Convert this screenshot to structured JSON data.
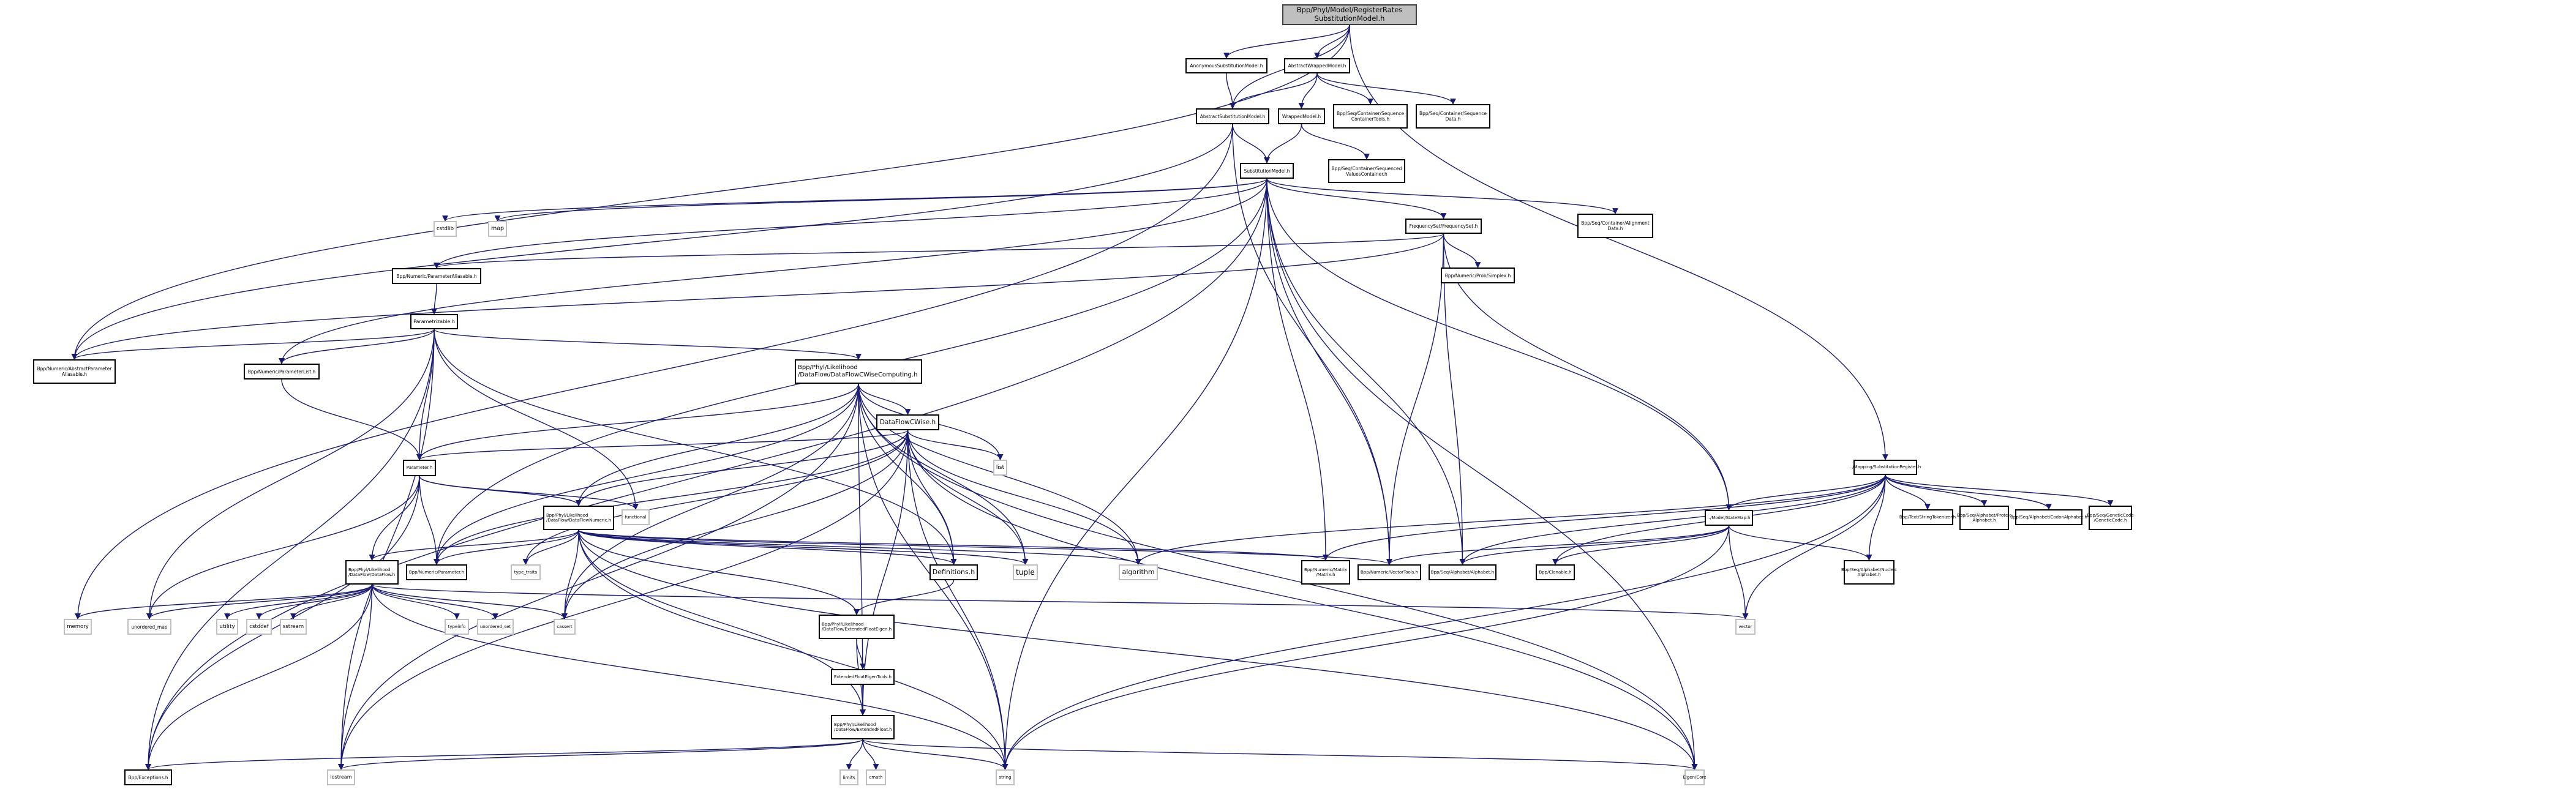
{
  "title": "Include dependency graph for RegisterRatesSubstitutionModel.h",
  "colors": {
    "edge": "#191970",
    "root_fill": "#bfbfbf",
    "ext_border": "#bfbfbf",
    "node_border": "#000000"
  },
  "nodes": [
    {
      "id": "root",
      "label": "Bpp/Phyl/Model/RegisterRates\nSubstitutionModel.h",
      "kind": "root"
    },
    {
      "id": "anon",
      "label": "AnonymousSubstitutionModel.h",
      "kind": "file"
    },
    {
      "id": "awm",
      "label": "AbstractWrappedModel.h",
      "kind": "file"
    },
    {
      "id": "asm",
      "label": "AbstractSubstitutionModel.h",
      "kind": "file"
    },
    {
      "id": "wm",
      "label": "WrappedModel.h",
      "kind": "file"
    },
    {
      "id": "sct",
      "label": "Bpp/Seq/Container/Sequence\nContainerTools.h",
      "kind": "file"
    },
    {
      "id": "sd",
      "label": "Bpp/Seq/Container/Sequence\nData.h",
      "kind": "file"
    },
    {
      "id": "svc",
      "label": "Bpp/Seq/Container/Sequenced\nValuesContainer.h",
      "kind": "file"
    },
    {
      "id": "sm",
      "label": "SubstitutionModel.h",
      "kind": "file"
    },
    {
      "id": "cstdlib",
      "label": "cstdlib",
      "kind": "ext"
    },
    {
      "id": "map",
      "label": "map",
      "kind": "ext"
    },
    {
      "id": "fs",
      "label": "FrequencySet/FrequencySet.h",
      "kind": "file"
    },
    {
      "id": "ad",
      "label": "Bpp/Seq/Container/Alignment\nData.h",
      "kind": "file"
    },
    {
      "id": "pa",
      "label": "Bpp/Numeric/ParameterAliasable.h",
      "kind": "file"
    },
    {
      "id": "simplex",
      "label": "Bpp/Numeric/Prob/Simplex.h",
      "kind": "file"
    },
    {
      "id": "ptz",
      "label": "Parametrizable.h",
      "kind": "file"
    },
    {
      "id": "apa",
      "label": "Bpp/Numeric/AbstractParameter\nAliasable.h",
      "kind": "file"
    },
    {
      "id": "pl",
      "label": "Bpp/Numeric/ParameterList.h",
      "kind": "file"
    },
    {
      "id": "dfcwc",
      "label": "Bpp/Phyl/Likelihood\n/DataFlow/DataFlowCWiseComputing.h",
      "kind": "file",
      "align": "left"
    },
    {
      "id": "dfcw",
      "label": "DataFlowCWise.h",
      "kind": "file"
    },
    {
      "id": "list",
      "label": "list",
      "kind": "ext"
    },
    {
      "id": "subreg",
      "label": "../Mapping/SubstitutionRegister.h",
      "kind": "file"
    },
    {
      "id": "param",
      "label": "Parameter.h",
      "kind": "file"
    },
    {
      "id": "functional",
      "label": "functional",
      "kind": "ext"
    },
    {
      "id": "dfn",
      "label": "Bpp/Phyl/Likelihood\n/DataFlow/DataFlowNumeric.h",
      "kind": "file",
      "align": "left"
    },
    {
      "id": "statemap",
      "label": "../Model/StateMap.h",
      "kind": "file"
    },
    {
      "id": "strtok",
      "label": "Bpp/Text/StringTokenizer.h",
      "kind": "file"
    },
    {
      "id": "protalpha",
      "label": "Bpp/Seq/Alphabet/Proteic\nAlphabet.h",
      "kind": "file"
    },
    {
      "id": "codalpha",
      "label": "Bpp/Seq/Alphabet/CodonAlphabet.h",
      "kind": "file"
    },
    {
      "id": "gencode",
      "label": "Bpp/Seq/GeneticCode\n/GeneticCode.h",
      "kind": "file"
    },
    {
      "id": "df",
      "label": "Bpp/Phyl/Likelihood\n/DataFlow/DataFlow.h",
      "kind": "file",
      "align": "left"
    },
    {
      "id": "numparam",
      "label": "Bpp/Numeric/Parameter.h",
      "kind": "file"
    },
    {
      "id": "typetraits",
      "label": "type_traits",
      "kind": "ext"
    },
    {
      "id": "defs",
      "label": "Definitions.h",
      "kind": "file"
    },
    {
      "id": "tuple",
      "label": "tuple",
      "kind": "ext"
    },
    {
      "id": "algorithm",
      "label": "algorithm",
      "kind": "ext"
    },
    {
      "id": "matrix",
      "label": "Bpp/Numeric/Matrix\n/Matrix.h",
      "kind": "file"
    },
    {
      "id": "vt",
      "label": "Bpp/Numeric/VectorTools.h",
      "kind": "file"
    },
    {
      "id": "alpha",
      "label": "Bpp/Seq/Alphabet/Alphabet.h",
      "kind": "file"
    },
    {
      "id": "clonable",
      "label": "Bpp/Clonable.h",
      "kind": "file"
    },
    {
      "id": "nucalpha",
      "label": "Bpp/Seq/Alphabet/Nucleic\nAlphabet.h",
      "kind": "file"
    },
    {
      "id": "memory",
      "label": "memory",
      "kind": "ext"
    },
    {
      "id": "umap",
      "label": "unordered_map",
      "kind": "ext"
    },
    {
      "id": "utility",
      "label": "utility",
      "kind": "ext"
    },
    {
      "id": "cstddef",
      "label": "cstddef",
      "kind": "ext"
    },
    {
      "id": "sstream",
      "label": "sstream",
      "kind": "ext"
    },
    {
      "id": "typeinfo",
      "label": "typeinfo",
      "kind": "ext"
    },
    {
      "id": "uset",
      "label": "unordered_set",
      "kind": "ext"
    },
    {
      "id": "cassert",
      "label": "cassert",
      "kind": "ext"
    },
    {
      "id": "vector",
      "label": "vector",
      "kind": "ext"
    },
    {
      "id": "efe",
      "label": "Bpp/Phyl/Likelihood\n/DataFlow/ExtendedFloatEigen.h",
      "kind": "file",
      "align": "left"
    },
    {
      "id": "efet",
      "label": "ExtendedFloatEigenTools.h",
      "kind": "file"
    },
    {
      "id": "ef",
      "label": "Bpp/Phyl/Likelihood\n/DataFlow/ExtendedFloat.h",
      "kind": "file",
      "align": "left"
    },
    {
      "id": "exceptions",
      "label": "Bpp/Exceptions.h",
      "kind": "file"
    },
    {
      "id": "iostream",
      "label": "iostream",
      "kind": "ext"
    },
    {
      "id": "limits",
      "label": "limits",
      "kind": "ext"
    },
    {
      "id": "cmath",
      "label": "cmath",
      "kind": "ext"
    },
    {
      "id": "string",
      "label": "string",
      "kind": "ext"
    },
    {
      "id": "eigencore",
      "label": "Eigen/Core",
      "kind": "ext"
    }
  ],
  "edges": [
    [
      "root",
      "anon"
    ],
    [
      "root",
      "awm"
    ],
    [
      "root",
      "asm"
    ],
    [
      "root",
      "apa"
    ],
    [
      "root",
      "subreg"
    ],
    [
      "anon",
      "asm"
    ],
    [
      "awm",
      "asm"
    ],
    [
      "awm",
      "wm"
    ],
    [
      "awm",
      "sct"
    ],
    [
      "awm",
      "sd"
    ],
    [
      "asm",
      "sm"
    ],
    [
      "asm",
      "memory"
    ],
    [
      "asm",
      "apa"
    ],
    [
      "asm",
      "vt"
    ],
    [
      "wm",
      "sm"
    ],
    [
      "wm",
      "svc"
    ],
    [
      "sm",
      "cstdlib"
    ],
    [
      "sm",
      "map"
    ],
    [
      "sm",
      "fs"
    ],
    [
      "sm",
      "ad"
    ],
    [
      "sm",
      "pa"
    ],
    [
      "sm",
      "pl"
    ],
    [
      "sm",
      "exceptions"
    ],
    [
      "sm",
      "numparam"
    ],
    [
      "sm",
      "matrix"
    ],
    [
      "sm",
      "vt"
    ],
    [
      "sm",
      "alpha"
    ],
    [
      "sm",
      "statemap"
    ],
    [
      "sm",
      "string"
    ],
    [
      "sm",
      "eigencore"
    ],
    [
      "fs",
      "pa"
    ],
    [
      "fs",
      "simplex"
    ],
    [
      "fs",
      "apa"
    ],
    [
      "fs",
      "vt"
    ],
    [
      "fs",
      "alpha"
    ],
    [
      "fs",
      "statemap"
    ],
    [
      "pa",
      "ptz"
    ],
    [
      "ptz",
      "apa"
    ],
    [
      "ptz",
      "pl"
    ],
    [
      "ptz",
      "param"
    ],
    [
      "ptz",
      "dfcwc"
    ],
    [
      "ptz",
      "exceptions"
    ],
    [
      "ptz",
      "iostream"
    ],
    [
      "ptz",
      "umap"
    ],
    [
      "ptz",
      "functional"
    ],
    [
      "ptz",
      "defs"
    ],
    [
      "pl",
      "param"
    ],
    [
      "dfcwc",
      "dfcw"
    ],
    [
      "dfcwc",
      "list"
    ],
    [
      "dfcwc",
      "param"
    ],
    [
      "dfcwc",
      "numparam"
    ],
    [
      "dfcwc",
      "dfn"
    ],
    [
      "dfcwc",
      "defs"
    ],
    [
      "dfcwc",
      "tuple"
    ],
    [
      "dfcwc",
      "algorithm"
    ],
    [
      "dfcwc",
      "string"
    ],
    [
      "dfcwc",
      "eigencore"
    ],
    [
      "dfcwc",
      "ef"
    ],
    [
      "dfcwc",
      "cassert"
    ],
    [
      "dfcwc",
      "iostream"
    ],
    [
      "dfcw",
      "list"
    ],
    [
      "dfcw",
      "param"
    ],
    [
      "dfcw",
      "numparam"
    ],
    [
      "dfcw",
      "dfn"
    ],
    [
      "dfcw",
      "defs"
    ],
    [
      "dfcw",
      "tuple"
    ],
    [
      "dfcw",
      "algorithm"
    ],
    [
      "dfcw",
      "typetraits"
    ],
    [
      "dfcw",
      "cassert"
    ],
    [
      "dfcw",
      "ef"
    ],
    [
      "dfcw",
      "string"
    ],
    [
      "dfcw",
      "eigencore"
    ],
    [
      "dfcw",
      "iostream"
    ],
    [
      "param",
      "dfn"
    ],
    [
      "param",
      "df"
    ],
    [
      "param",
      "numparam"
    ],
    [
      "param",
      "functional"
    ],
    [
      "param",
      "exceptions"
    ],
    [
      "param",
      "umap"
    ],
    [
      "dfn",
      "df"
    ],
    [
      "dfn",
      "numparam"
    ],
    [
      "dfn",
      "typetraits"
    ],
    [
      "dfn",
      "cassert"
    ],
    [
      "dfn",
      "defs"
    ],
    [
      "dfn",
      "tuple"
    ],
    [
      "dfn",
      "algorithm"
    ],
    [
      "dfn",
      "matrix"
    ],
    [
      "dfn",
      "vt"
    ],
    [
      "dfn",
      "efe"
    ],
    [
      "dfn",
      "ef"
    ],
    [
      "dfn",
      "string"
    ],
    [
      "dfn",
      "eigencore"
    ],
    [
      "df",
      "memory"
    ],
    [
      "df",
      "umap"
    ],
    [
      "df",
      "utility"
    ],
    [
      "df",
      "cstddef"
    ],
    [
      "df",
      "sstream"
    ],
    [
      "df",
      "typeinfo"
    ],
    [
      "df",
      "uset"
    ],
    [
      "df",
      "cassert"
    ],
    [
      "df",
      "vector"
    ],
    [
      "df",
      "exceptions"
    ],
    [
      "df",
      "iostream"
    ],
    [
      "df",
      "string"
    ],
    [
      "defs",
      "efe"
    ],
    [
      "efe",
      "efet"
    ],
    [
      "efe",
      "ef"
    ],
    [
      "efet",
      "ef"
    ],
    [
      "ef",
      "limits"
    ],
    [
      "ef",
      "cmath"
    ],
    [
      "ef",
      "string"
    ],
    [
      "ef",
      "eigencore"
    ],
    [
      "ef",
      "exceptions"
    ],
    [
      "ef",
      "iostream"
    ],
    [
      "subreg",
      "statemap"
    ],
    [
      "subreg",
      "strtok"
    ],
    [
      "subreg",
      "protalpha"
    ],
    [
      "subreg",
      "codalpha"
    ],
    [
      "subreg",
      "gencode"
    ],
    [
      "subreg",
      "nucalpha"
    ],
    [
      "subreg",
      "clonable"
    ],
    [
      "subreg",
      "vector"
    ],
    [
      "subreg",
      "string"
    ],
    [
      "subreg",
      "alpha"
    ],
    [
      "subreg",
      "matrix"
    ],
    [
      "subreg",
      "algorithm"
    ],
    [
      "statemap",
      "vt"
    ],
    [
      "statemap",
      "alpha"
    ],
    [
      "statemap",
      "clonable"
    ],
    [
      "statemap",
      "nucalpha"
    ],
    [
      "statemap",
      "vector"
    ],
    [
      "statemap",
      "string"
    ]
  ]
}
